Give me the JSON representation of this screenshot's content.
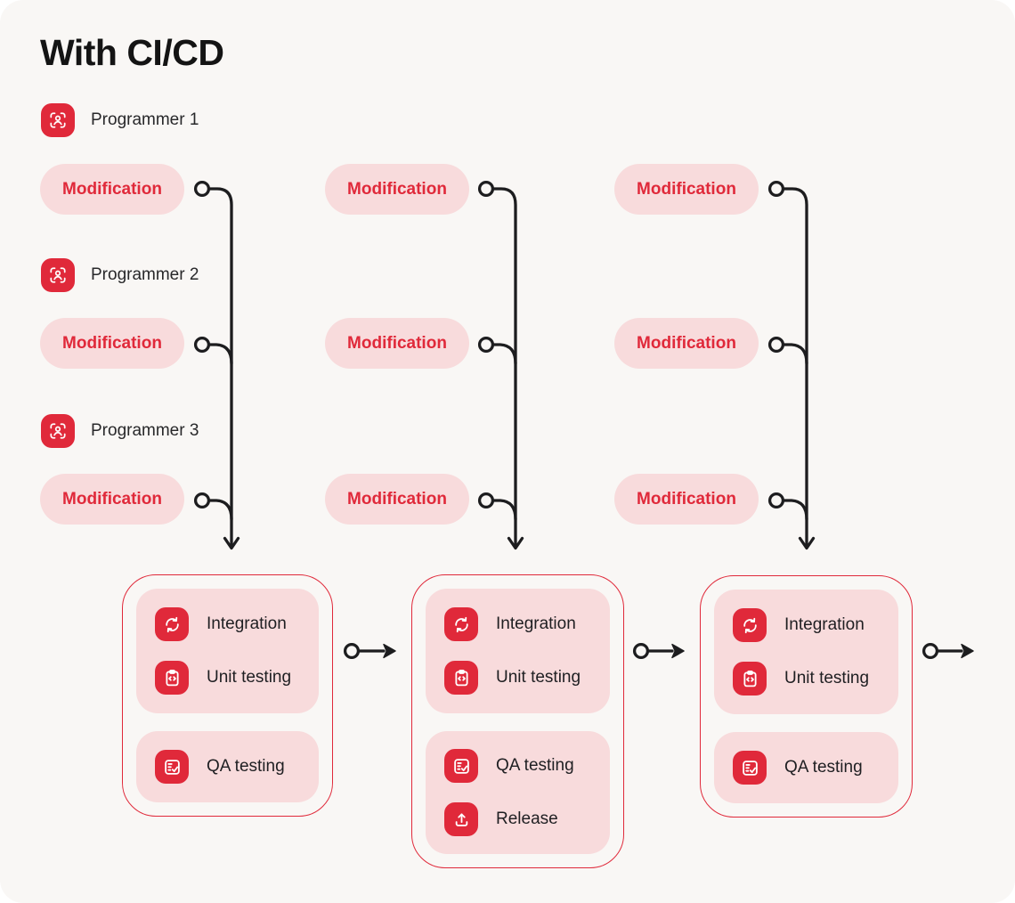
{
  "title": "With CI/CD",
  "colors": {
    "accent_red": "#e0293a",
    "pink": "#f8dbdc",
    "background": "#f9f7f5",
    "connector_line": "#1d1d1f",
    "text_dark": "#1f1f22"
  },
  "programmers": [
    {
      "label": "Programmer 1",
      "icon": "user-scan-icon"
    },
    {
      "label": "Programmer 2",
      "icon": "user-scan-icon"
    },
    {
      "label": "Programmer 3",
      "icon": "user-scan-icon"
    }
  ],
  "modification_label": "Modification",
  "pipelines": [
    {
      "name": "pipeline-1",
      "cards": [
        {
          "items": [
            {
              "icon": "integration-icon",
              "label": "Integration"
            },
            {
              "icon": "unit-testing-icon",
              "label": "Unit testing"
            }
          ]
        },
        {
          "items": [
            {
              "icon": "qa-testing-icon",
              "label": "QA testing"
            }
          ]
        }
      ]
    },
    {
      "name": "pipeline-2",
      "cards": [
        {
          "items": [
            {
              "icon": "integration-icon",
              "label": "Integration"
            },
            {
              "icon": "unit-testing-icon",
              "label": "Unit testing"
            }
          ]
        },
        {
          "items": [
            {
              "icon": "qa-testing-icon",
              "label": "QA testing"
            },
            {
              "icon": "release-icon",
              "label": "Release"
            }
          ]
        }
      ]
    },
    {
      "name": "pipeline-3",
      "cards": [
        {
          "items": [
            {
              "icon": "integration-icon",
              "label": "Integration"
            },
            {
              "icon": "unit-testing-icon",
              "label": "Unit testing"
            }
          ]
        },
        {
          "items": [
            {
              "icon": "qa-testing-icon",
              "label": "QA testing"
            }
          ]
        }
      ]
    }
  ]
}
